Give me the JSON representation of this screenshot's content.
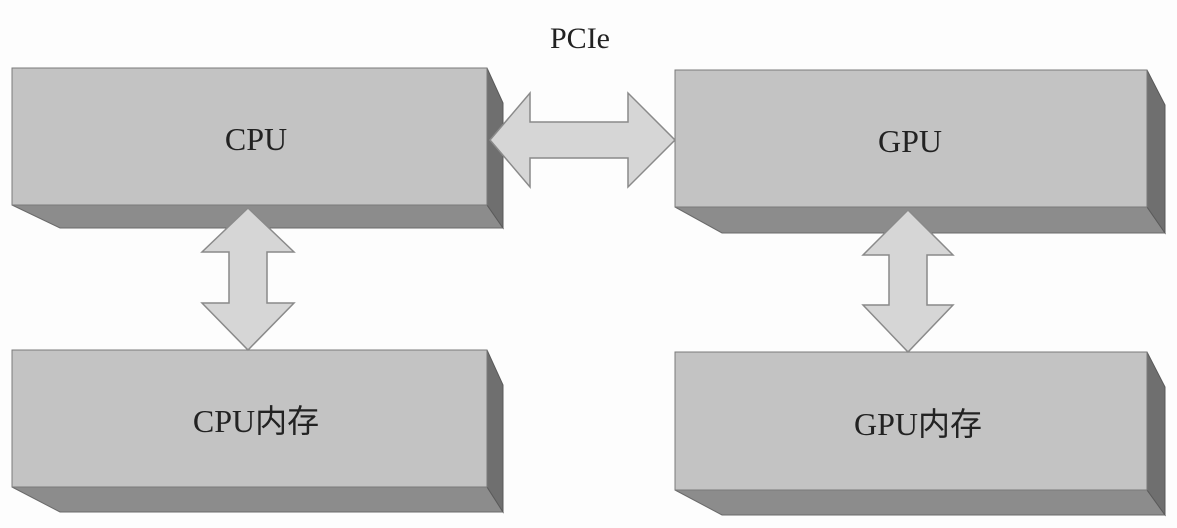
{
  "diagram": {
    "bus_label": "PCIe",
    "nodes": {
      "cpu": "CPU",
      "gpu": "GPU",
      "cpu_memory": "CPU内存",
      "gpu_memory": "GPU内存"
    },
    "edges": [
      {
        "from": "cpu",
        "to": "gpu",
        "type": "bidirectional",
        "label": "PCIe"
      },
      {
        "from": "cpu",
        "to": "cpu_memory",
        "type": "bidirectional"
      },
      {
        "from": "gpu",
        "to": "gpu_memory",
        "type": "bidirectional"
      }
    ],
    "colors": {
      "box": "#c3c3c3",
      "arrow": "#d6d6d6"
    }
  }
}
